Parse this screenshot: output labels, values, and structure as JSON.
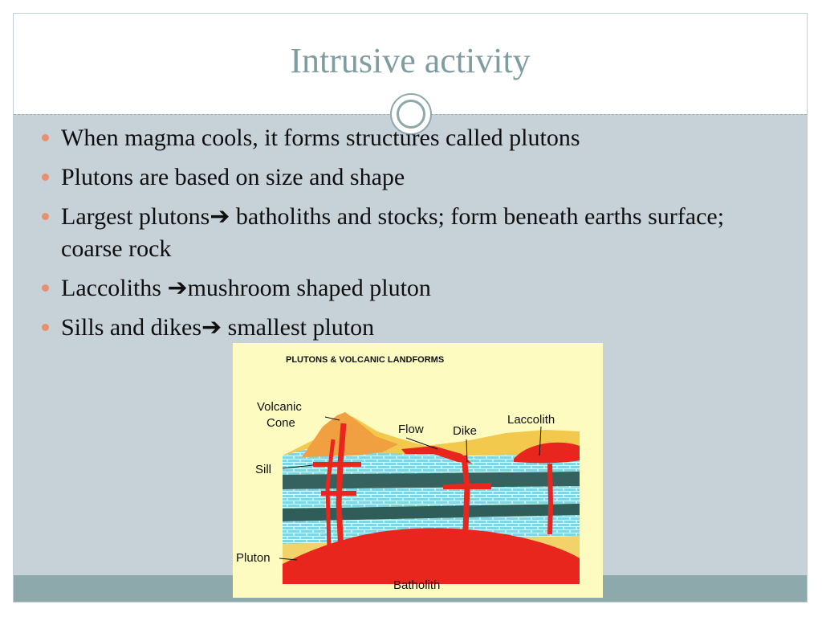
{
  "slide": {
    "title": "Intrusive activity",
    "bullets": [
      "When magma cools, it forms structures called plutons",
      "Plutons are based on size and shape",
      "Largest plutons➔ batholiths and stocks; form beneath earths surface; coarse rock",
      "Laccoliths ➔mushroom shaped pluton",
      "Sills and dikes➔ smallest pluton"
    ]
  },
  "diagram": {
    "heading": "PLUTONS & VOLCANIC LANDFORMS",
    "labels": {
      "volcanic": "Volcanic",
      "cone": "Cone",
      "flow": "Flow",
      "dike": "Dike",
      "laccolith": "Laccolith",
      "sill": "Sill",
      "pluton": "Pluton",
      "batholith": "Batholith"
    }
  },
  "colors": {
    "title": "#7f9da0",
    "bullet_marker": "#e7906f",
    "content_bg": "#c6d1d8",
    "bottom_bar": "#8ea9ab",
    "magma": "#e8261e",
    "figure_bg": "#fdfbc0"
  }
}
